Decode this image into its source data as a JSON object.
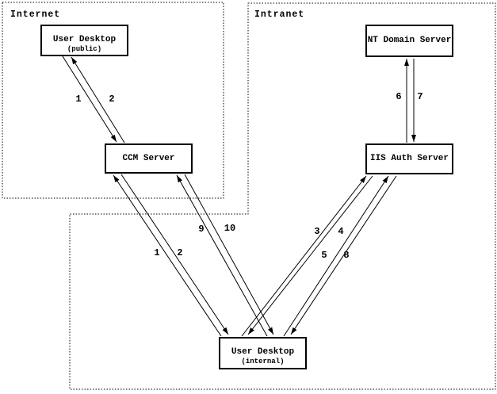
{
  "diagram": {
    "zones": {
      "internet": {
        "label": "Internet"
      },
      "intranet": {
        "label": "Intranet"
      }
    },
    "nodes": {
      "user_desktop_public": {
        "title": "User Desktop",
        "subtitle": "(public)"
      },
      "ccm_server": {
        "title": "CCM Server"
      },
      "nt_domain_server": {
        "title": "NT Domain Server"
      },
      "iis_auth_server": {
        "title": "IIS Auth Server"
      },
      "user_desktop_internal": {
        "title": "User Desktop",
        "subtitle": "(internal)"
      }
    },
    "flow_labels": {
      "public_to_ccm_1": "1",
      "ccm_to_public_2": "2",
      "internal_to_ccm_1": "1",
      "ccm_to_internal_2": "2",
      "internal_to_ccm_9": "9",
      "ccm_to_internal_10": "10",
      "internal_to_iis_3": "3",
      "iis_to_internal_4": "4",
      "internal_to_iis_5": "5",
      "iis_to_internal_8": "8",
      "iis_to_nt_6": "6",
      "nt_to_iis_7": "7"
    },
    "colors": {
      "line": "#000000",
      "background": "#ffffff"
    }
  }
}
